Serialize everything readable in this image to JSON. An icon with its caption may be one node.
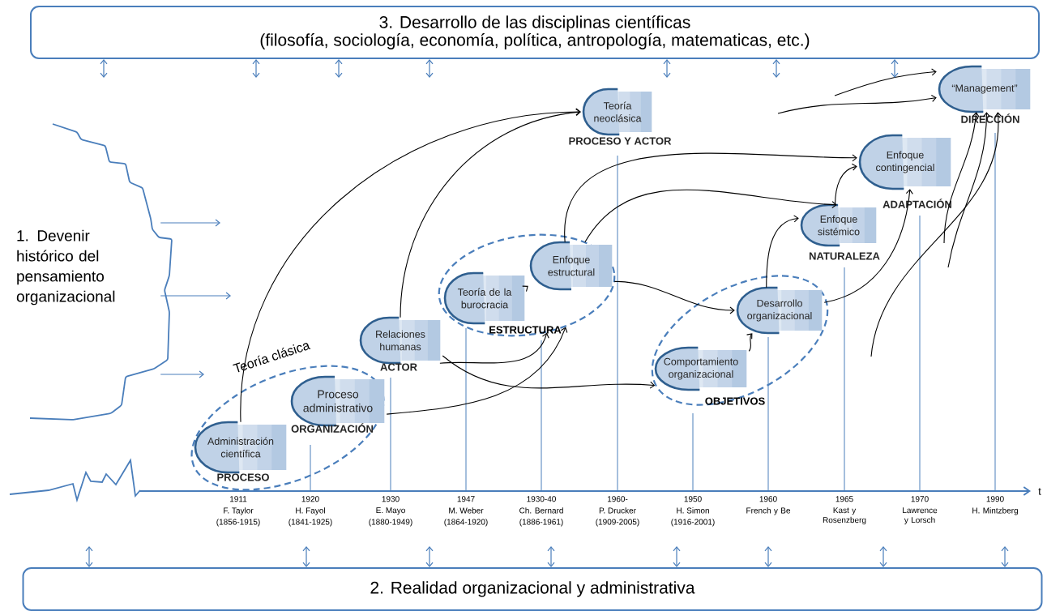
{
  "diagram": {
    "nodes": [
      {
        "text": [
          "3. Desarrollo de las disciplinas científicas",
          "(filosofía, sociología, economía, política, antropología, matematicas, etc.)"
        ]
      },
      {
        "text": [
          "1. Devenir histórico del pensamiento organizacional"
        ]
      },
      {
        "text": [
          "Teoría clásica"
        ]
      },
      {
        "text": [
          "Administración científica"
        ],
        "in": 2,
        "beside": [
          "PROCESO"
        ]
      },
      {
        "text": [
          "Proceso administrativo"
        ],
        "in": 2,
        "beside": [
          "ORGANIZACIÓN"
        ]
      },
      {
        "text": [
          "Relaciones humanas"
        ],
        "beside": [
          "ACTOR"
        ]
      },
      {
        "text": [
          "ESTRUCTURA"
        ]
      },
      {
        "text": [
          "Teoría de la burocracia"
        ],
        "in": 6
      },
      {
        "text": [
          "Enfoque estructural"
        ],
        "in": 6
      },
      {
        "text": [
          "Teoría neoclásica"
        ],
        "beside": [
          "PROCESO Y ACTOR"
        ]
      },
      {
        "text": [
          "OBJETIVOS"
        ]
      },
      {
        "text": [
          "Comportamiento organizacional"
        ],
        "in": 10
      },
      {
        "text": [
          "Desarrollo organizacional"
        ],
        "in": 10
      },
      {
        "text": [
          "Enfoque sistémico"
        ],
        "beside": [
          "NATURALEZA"
        ]
      },
      {
        "text": [
          "Enfoque contingencial"
        ],
        "beside": [
          "ADAPTACIÓN"
        ]
      },
      {
        "text": [
          "“Management”"
        ],
        "beside": [
          "DIRECCIÓN"
        ]
      },
      {
        "text": [
          "2. Realidad organizacional y administrativa"
        ]
      }
    ],
    "edges": [
      {
        "from": 3,
        "to": 9,
        "arrow": "to"
      },
      {
        "from": 5,
        "to": 9,
        "arrow": "to"
      },
      {
        "from": 5,
        "to": 6,
        "arrow": "to"
      },
      {
        "from": 4,
        "to": 6,
        "arrow": "to"
      },
      {
        "from": 5,
        "to": 10,
        "arrow": "to"
      },
      {
        "from": 7,
        "to": 8,
        "arrow": "to"
      },
      {
        "from": 8,
        "to": 14,
        "arrow": "to"
      },
      {
        "from": 8,
        "to": 13,
        "arrow": "to"
      },
      {
        "from": 8,
        "to": 12,
        "arrow": "to"
      },
      {
        "from": 11,
        "to": 12,
        "arrow": "to"
      },
      {
        "from": 12,
        "to": 13,
        "arrow": "to"
      },
      {
        "from": 13,
        "to": 14,
        "arrow": "to"
      },
      {
        "from": 12,
        "to": 14,
        "arrow": "to"
      },
      {
        "from": null,
        "to": 15,
        "arrow": "to"
      },
      {
        "from": null,
        "to": 15,
        "arrow": "to"
      },
      {
        "from": null,
        "to": 15,
        "arrow": "to"
      },
      {
        "from": null,
        "to": 15,
        "arrow": "to"
      },
      {
        "from": null,
        "to": 15,
        "arrow": "to"
      },
      {
        "from": 1,
        "to": null,
        "arrow": "to",
        "color": "#4a7ebb"
      },
      {
        "from": 1,
        "to": null,
        "arrow": "to",
        "color": "#4a7ebb"
      },
      {
        "from": 1,
        "to": null,
        "arrow": "to",
        "color": "#4a7ebb"
      },
      {
        "from": 0,
        "to": null,
        "arrow": "both",
        "color": "#4a7ebb"
      },
      {
        "from": 0,
        "to": null,
        "arrow": "both",
        "color": "#4a7ebb"
      },
      {
        "from": 0,
        "to": null,
        "arrow": "both",
        "color": "#4a7ebb"
      },
      {
        "from": 0,
        "to": null,
        "arrow": "both",
        "color": "#4a7ebb"
      },
      {
        "from": 0,
        "to": null,
        "arrow": "both",
        "color": "#4a7ebb"
      },
      {
        "from": 0,
        "to": null,
        "arrow": "both",
        "color": "#4a7ebb"
      },
      {
        "from": 0,
        "to": null,
        "arrow": "both",
        "color": "#4a7ebb"
      },
      {
        "from": null,
        "to": 16,
        "arrow": "both",
        "color": "#4a7ebb"
      },
      {
        "from": null,
        "to": 16,
        "arrow": "both",
        "color": "#4a7ebb"
      },
      {
        "from": null,
        "to": 16,
        "arrow": "both",
        "color": "#4a7ebb"
      },
      {
        "from": null,
        "to": 16,
        "arrow": "both",
        "color": "#4a7ebb"
      },
      {
        "from": null,
        "to": 16,
        "arrow": "both",
        "color": "#4a7ebb"
      },
      {
        "from": null,
        "to": 16,
        "arrow": "both",
        "color": "#4a7ebb"
      },
      {
        "from": null,
        "to": 16,
        "arrow": "both",
        "color": "#4a7ebb"
      },
      {
        "from": null,
        "to": 16,
        "arrow": "both",
        "color": "#4a7ebb"
      }
    ],
    "labels": [
      "t",
      "1911",
      "F. Taylor",
      "(1856-1915)",
      "1920",
      "H. Fayol",
      "(1841-1925)",
      "1930",
      "E. Mayo",
      "(1880-1949)",
      "1947",
      "M. Weber",
      "(1864-1920)",
      "1930-40",
      "Ch. Bernard",
      "(1886-1961)",
      "1960-",
      "P. Drucker",
      "(1909-2005)",
      "1950",
      "H. Simon",
      "(1916-2001)",
      "1960",
      "French y Be",
      "1965",
      "Kast y Rosenzberg",
      "1970",
      "Lawrence y Lorsch",
      "1990",
      "H. Mintzberg"
    ]
  }
}
